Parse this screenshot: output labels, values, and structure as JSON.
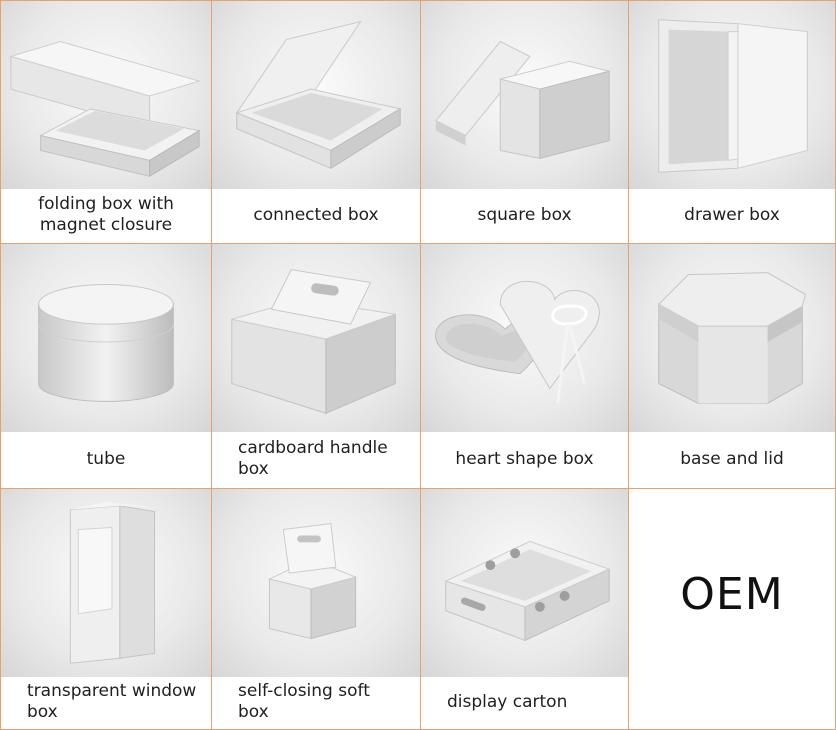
{
  "items": [
    {
      "label": "folding box with\nmagnet closure",
      "icon": "folding-box-icon"
    },
    {
      "label": "connected box",
      "icon": "connected-box-icon"
    },
    {
      "label": "square box",
      "icon": "square-box-icon"
    },
    {
      "label": "drawer box",
      "icon": "drawer-box-icon"
    },
    {
      "label": "tube",
      "icon": "tube-icon"
    },
    {
      "label": "cardboard handle\nbox",
      "icon": "handle-box-icon"
    },
    {
      "label": "heart shape box",
      "icon": "heart-box-icon"
    },
    {
      "label": "base and lid",
      "icon": "octagon-box-icon"
    },
    {
      "label": "transparent window\nbox",
      "icon": "window-box-icon"
    },
    {
      "label": "self-closing soft\nbox",
      "icon": "self-closing-box-icon"
    },
    {
      "label": "display carton",
      "icon": "display-carton-icon"
    },
    {
      "label": "OEM",
      "icon": ""
    }
  ],
  "colors": {
    "border": "#e6a26a",
    "box_light": "#f4f4f4",
    "box_mid": "#d9d9d9",
    "box_dark": "#bdbdbd"
  }
}
